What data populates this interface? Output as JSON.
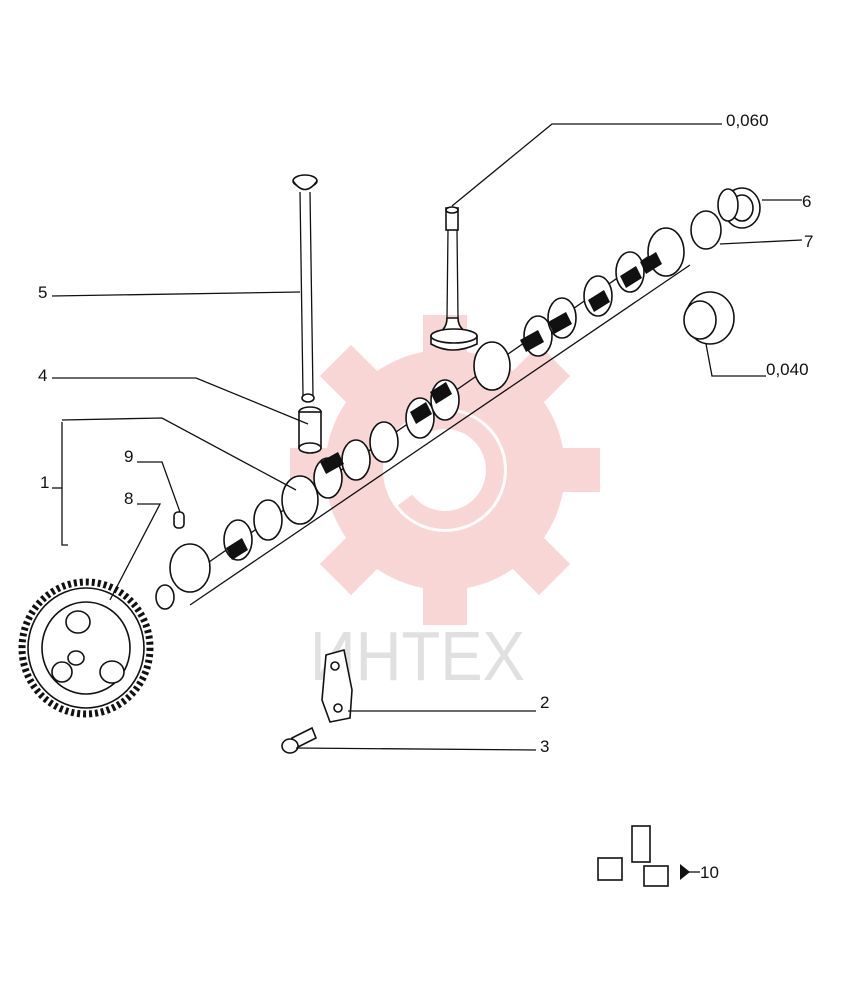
{
  "watermark": {
    "text": "ИНТЕХ",
    "gear_color": "#f4b6b6"
  },
  "callouts": {
    "c1": "1",
    "c2": "2",
    "c3": "3",
    "c4": "4",
    "c5": "5",
    "c6": "6",
    "c7": "7",
    "c8": "8",
    "c9": "9",
    "c10": "10",
    "c0060": "0,060",
    "c0040": "0,040"
  }
}
